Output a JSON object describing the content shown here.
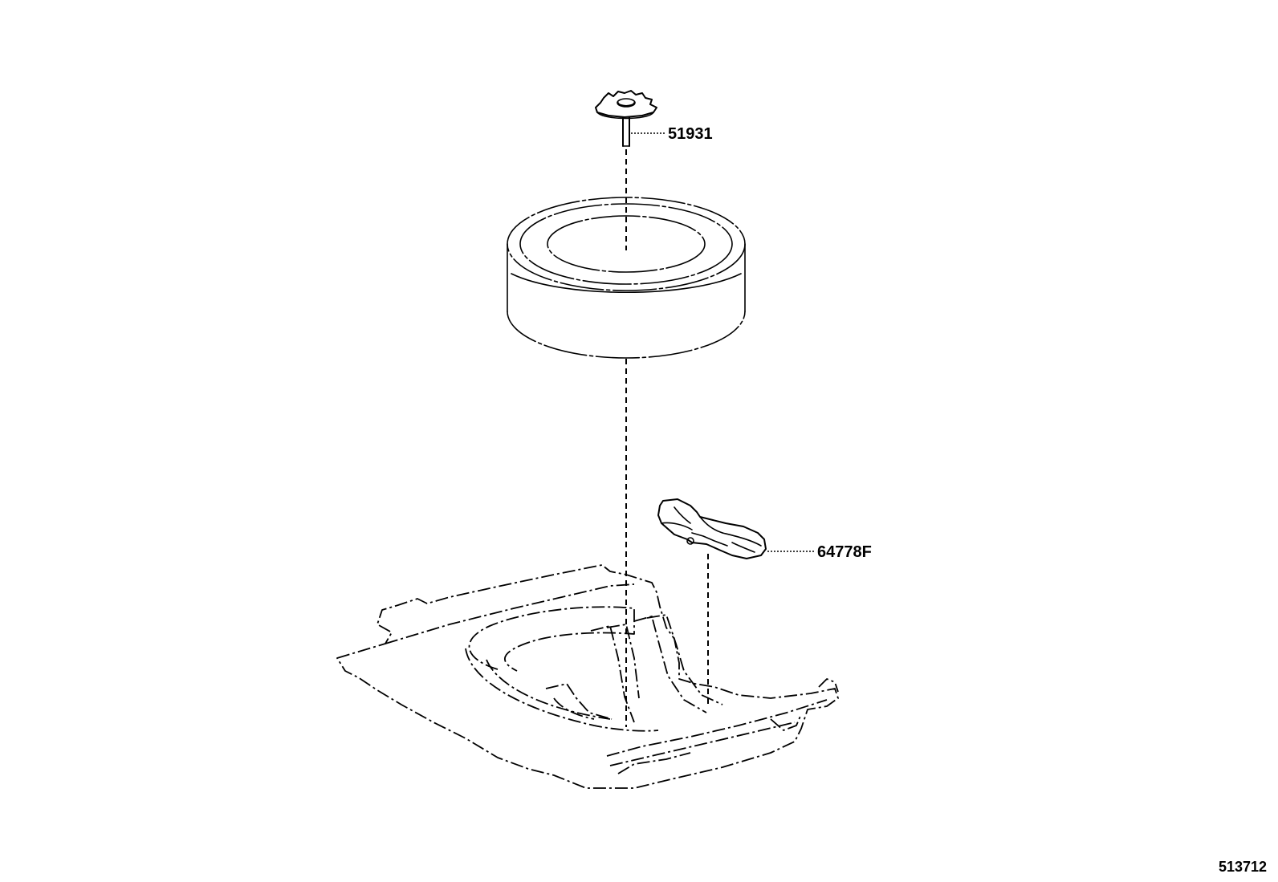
{
  "parts": [
    {
      "id": "hold-down-clamp",
      "number": "51931"
    },
    {
      "id": "jack-bracket",
      "number": "64778F"
    }
  ],
  "reference": "513712"
}
